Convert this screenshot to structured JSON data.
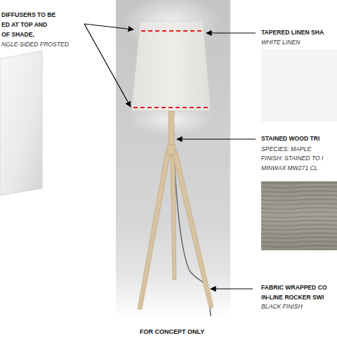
{
  "diagram": {
    "caption": "FOR CONCEPT ONLY",
    "labels": [
      "DIFFUSERS TO BE",
      "ED AT TOP AND",
      "OF SHADE,",
      "NGLE-SIDED FROSTED",
      "TAPERED LINEN SHA",
      "WHITE LINEN",
      "STAINED WOOD TRI",
      "SPECIES: MAPLE",
      "FINISH: STAINED TO I",
      "MINWAX MW271 CL",
      "FABRIC WRAPPED CO",
      "IN-LINE ROCKER SWI",
      "BLACK FINISH"
    ]
  }
}
